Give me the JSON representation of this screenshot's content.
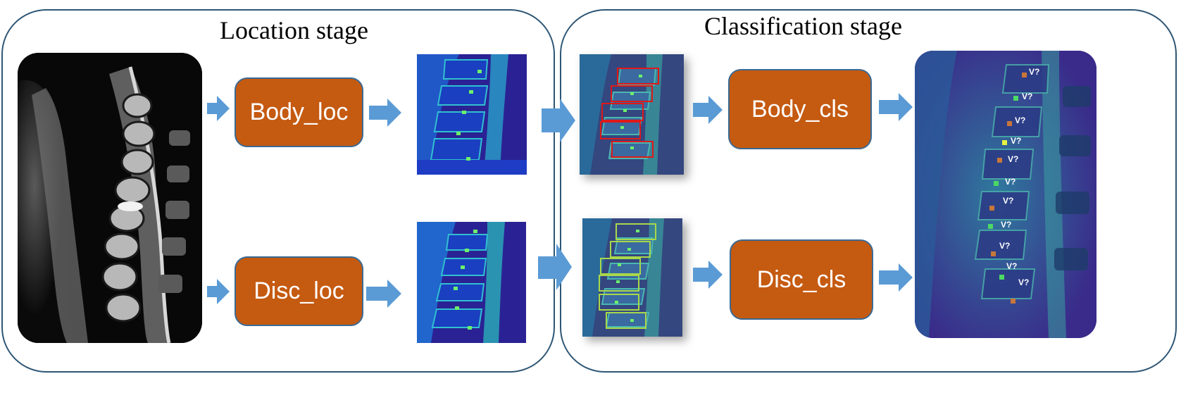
{
  "location_stage": {
    "title": "Location stage",
    "body_module": "Body_loc",
    "disc_module": "Disc_loc"
  },
  "classification_stage": {
    "title": "Classification stage",
    "body_module": "Body_cls",
    "disc_module": "Disc_cls"
  },
  "output": {
    "labels": [
      "V?",
      "V?",
      "V?",
      "V?",
      "V?",
      "V?",
      "V?",
      "V?",
      "V?",
      "V?",
      "V?"
    ]
  },
  "colors": {
    "module_fill": "#c55a11",
    "module_border": "#3a6a94",
    "arrow": "#5b9bd5",
    "stage_border": "#2e5675",
    "body_box": "#e01818",
    "disc_box": "#a8d84a",
    "marker_green": "#4cd964",
    "marker_orange": "#c8763a"
  }
}
